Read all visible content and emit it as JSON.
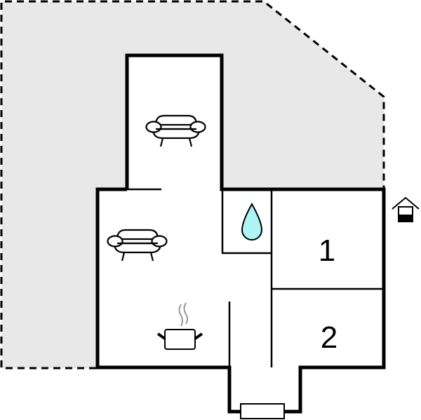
{
  "floorplan": {
    "title": "",
    "colors": {
      "terrace_fill": "#e8e8e8",
      "wall": "#000000",
      "water_fill": "#aef3f6",
      "steam": "#999999",
      "background": "#ffffff"
    },
    "rooms": [
      {
        "id": "bedroom-1",
        "label": "1",
        "type": "bedroom"
      },
      {
        "id": "bedroom-2",
        "label": "2",
        "type": "bedroom"
      },
      {
        "id": "bathroom",
        "label": "",
        "type": "bathroom",
        "icon": "water-drop-icon"
      },
      {
        "id": "living-upper",
        "label": "",
        "type": "living-room",
        "icon": "sofa-icon"
      },
      {
        "id": "living-kitchen",
        "label": "",
        "type": "living-kitchen",
        "icons": [
          "sofa-icon",
          "cooking-pot-icon"
        ]
      },
      {
        "id": "entrance",
        "label": "",
        "type": "entrance",
        "icon": "door-icon"
      }
    ],
    "outside": {
      "type": "terrace",
      "style": "dashed"
    },
    "legend": {
      "icon": "house-cellar-icon"
    }
  }
}
